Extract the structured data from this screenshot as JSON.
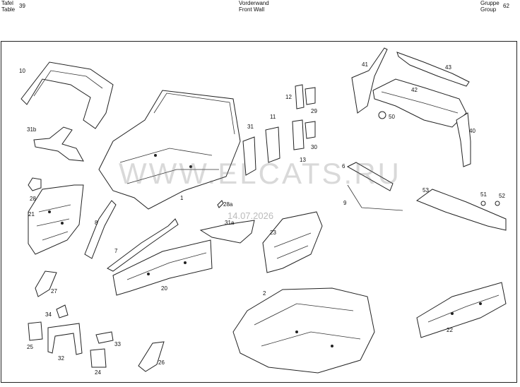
{
  "header": {
    "left_line1": "Tafel",
    "left_line2": "Table",
    "table_number": "39",
    "center_line1": "Vorderwand",
    "center_line2": "Front Wall",
    "right_line1": "Gruppe",
    "right_line2": "Group",
    "group_number": "62"
  },
  "watermark": {
    "text": "WWW.ELCATS.RU",
    "date": "14.07.2026"
  },
  "callouts": [
    "10",
    "31b",
    "28",
    "21",
    "8",
    "7",
    "20",
    "27",
    "34",
    "25",
    "32",
    "33",
    "24",
    "26",
    "1",
    "31",
    "11",
    "12",
    "29",
    "13",
    "30",
    "31a",
    "28a",
    "23",
    "2",
    "41",
    "43",
    "42",
    "50",
    "40",
    "6",
    "9",
    "53",
    "51",
    "52",
    "22"
  ]
}
